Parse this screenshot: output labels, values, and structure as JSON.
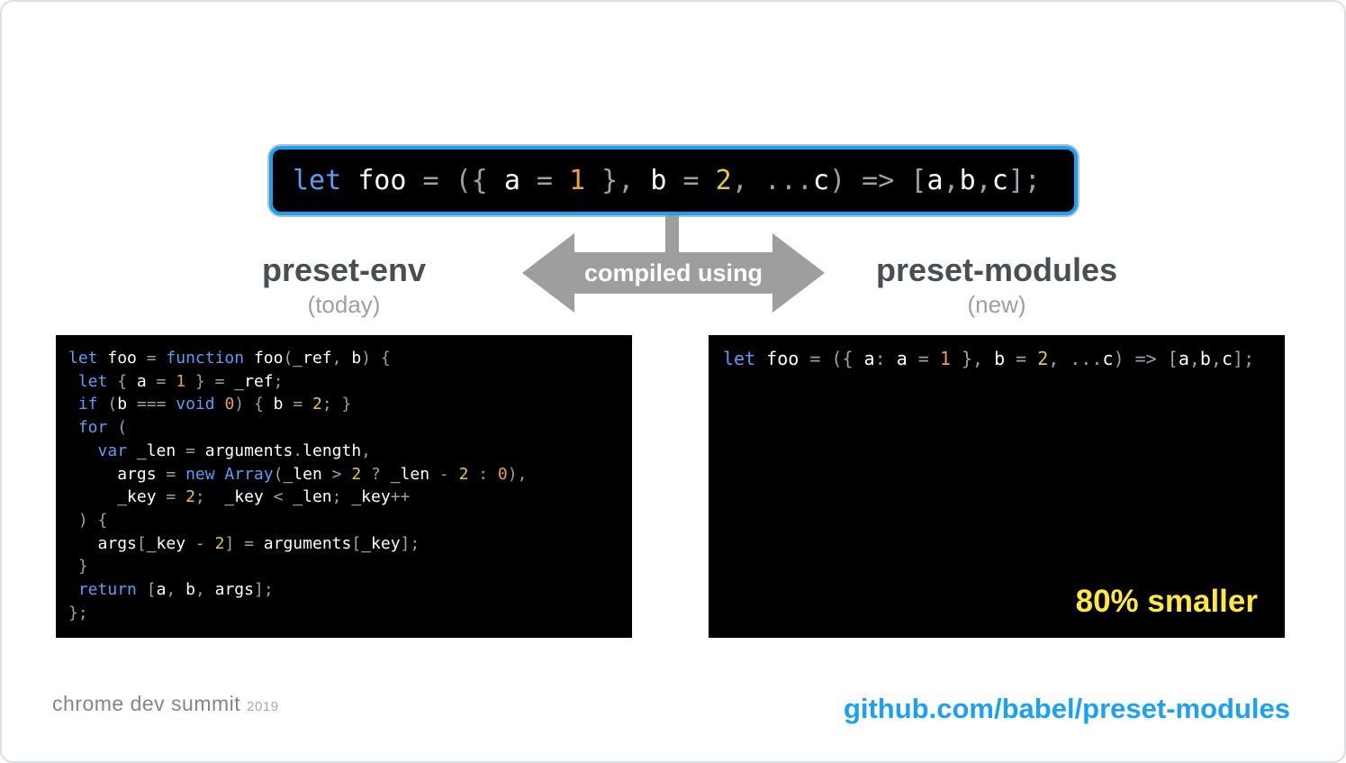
{
  "source": {
    "code": [
      [
        [
          "let",
          "kw"
        ],
        [
          " ",
          "pun"
        ],
        [
          "foo",
          "id"
        ],
        [
          " = ",
          "pun"
        ],
        [
          "({ ",
          "pun"
        ],
        [
          "a",
          "id"
        ],
        [
          " = ",
          "pun"
        ],
        [
          "1",
          "num1"
        ],
        [
          " }, ",
          "pun"
        ],
        [
          "b",
          "id"
        ],
        [
          " = ",
          "pun"
        ],
        [
          "2",
          "num2"
        ],
        [
          ", ",
          "pun"
        ],
        [
          "...",
          "pun"
        ],
        [
          "c",
          "id"
        ],
        [
          ") => [",
          "pun"
        ],
        [
          "a",
          "id"
        ],
        [
          ",",
          "pun"
        ],
        [
          "b",
          "id"
        ],
        [
          ",",
          "pun"
        ],
        [
          "c",
          "id"
        ],
        [
          "];",
          "pun"
        ]
      ]
    ]
  },
  "arrow": {
    "label": "compiled using"
  },
  "left": {
    "title": "preset-env",
    "subtitle": "(today)",
    "code": [
      [
        [
          "let",
          "kw"
        ],
        [
          " ",
          "pun"
        ],
        [
          "foo",
          "id"
        ],
        [
          " = ",
          "pun"
        ],
        [
          "function",
          "kw"
        ],
        [
          " ",
          "pun"
        ],
        [
          "foo",
          "id"
        ],
        [
          "(",
          "pun"
        ],
        [
          "_ref",
          "id"
        ],
        [
          ", ",
          "pun"
        ],
        [
          "b",
          "id"
        ],
        [
          ") {",
          "pun"
        ]
      ],
      [
        [
          " ",
          "pun"
        ],
        [
          "let",
          "kw"
        ],
        [
          " { ",
          "pun"
        ],
        [
          "a",
          "id"
        ],
        [
          " = ",
          "pun"
        ],
        [
          "1",
          "num1"
        ],
        [
          " } = ",
          "pun"
        ],
        [
          "_ref",
          "id"
        ],
        [
          ";",
          "pun"
        ]
      ],
      [
        [
          " ",
          "pun"
        ],
        [
          "if",
          "kw"
        ],
        [
          " (",
          "pun"
        ],
        [
          "b",
          "id"
        ],
        [
          " === ",
          "pun"
        ],
        [
          "void",
          "kw"
        ],
        [
          " ",
          "pun"
        ],
        [
          "0",
          "num1"
        ],
        [
          ") { ",
          "pun"
        ],
        [
          "b",
          "id"
        ],
        [
          " = ",
          "pun"
        ],
        [
          "2",
          "num2"
        ],
        [
          "; }",
          "pun"
        ]
      ],
      [
        [
          " ",
          "pun"
        ],
        [
          "for",
          "kw"
        ],
        [
          " (",
          "pun"
        ]
      ],
      [
        [
          "   ",
          "pun"
        ],
        [
          "var",
          "kw"
        ],
        [
          " ",
          "pun"
        ],
        [
          "_len",
          "id"
        ],
        [
          " = ",
          "pun"
        ],
        [
          "arguments",
          "id"
        ],
        [
          ".",
          "pun"
        ],
        [
          "length",
          "id"
        ],
        [
          ",",
          "pun"
        ]
      ],
      [
        [
          "     ",
          "pun"
        ],
        [
          "args",
          "id"
        ],
        [
          " = ",
          "pun"
        ],
        [
          "new",
          "kw"
        ],
        [
          " ",
          "pun"
        ],
        [
          "Array",
          "cls"
        ],
        [
          "(",
          "pun"
        ],
        [
          "_len",
          "id"
        ],
        [
          " > ",
          "pun"
        ],
        [
          "2",
          "num2"
        ],
        [
          " ? ",
          "pun"
        ],
        [
          "_len",
          "id"
        ],
        [
          " - ",
          "pun"
        ],
        [
          "2",
          "num2"
        ],
        [
          " : ",
          "pun"
        ],
        [
          "0",
          "num1"
        ],
        [
          "),",
          "pun"
        ]
      ],
      [
        [
          "     ",
          "pun"
        ],
        [
          "_key",
          "id"
        ],
        [
          " = ",
          "pun"
        ],
        [
          "2",
          "num2"
        ],
        [
          ";  ",
          "pun"
        ],
        [
          "_key",
          "id"
        ],
        [
          " < ",
          "pun"
        ],
        [
          "_len",
          "id"
        ],
        [
          "; ",
          "pun"
        ],
        [
          "_key",
          "id"
        ],
        [
          "++",
          "pun"
        ]
      ],
      [
        [
          " ) {",
          "pun"
        ]
      ],
      [
        [
          "   ",
          "pun"
        ],
        [
          "args",
          "id"
        ],
        [
          "[",
          "pun"
        ],
        [
          "_key",
          "id"
        ],
        [
          " - ",
          "pun"
        ],
        [
          "2",
          "num2"
        ],
        [
          "] = ",
          "pun"
        ],
        [
          "arguments",
          "id"
        ],
        [
          "[",
          "pun"
        ],
        [
          "_key",
          "id"
        ],
        [
          "];",
          "pun"
        ]
      ],
      [
        [
          " }",
          "pun"
        ]
      ],
      [
        [
          " ",
          "pun"
        ],
        [
          "return",
          "kw"
        ],
        [
          " [",
          "pun"
        ],
        [
          "a",
          "id"
        ],
        [
          ", ",
          "pun"
        ],
        [
          "b",
          "id"
        ],
        [
          ", ",
          "pun"
        ],
        [
          "args",
          "id"
        ],
        [
          "];",
          "pun"
        ]
      ],
      [
        [
          "};",
          "pun"
        ]
      ]
    ]
  },
  "right": {
    "title": "preset-modules",
    "subtitle": "(new)",
    "badge": "80% smaller",
    "code": [
      [
        [
          "let",
          "kw"
        ],
        [
          " ",
          "pun"
        ],
        [
          "foo",
          "id"
        ],
        [
          " = ",
          "pun"
        ],
        [
          "({ ",
          "pun"
        ],
        [
          "a",
          "id"
        ],
        [
          ": ",
          "pun"
        ],
        [
          "a",
          "id"
        ],
        [
          " = ",
          "pun"
        ],
        [
          "1",
          "num1"
        ],
        [
          " }, ",
          "pun"
        ],
        [
          "b",
          "id"
        ],
        [
          " = ",
          "pun"
        ],
        [
          "2",
          "num2"
        ],
        [
          ", ",
          "pun"
        ],
        [
          "...",
          "pun"
        ],
        [
          "c",
          "id"
        ],
        [
          ") => [",
          "pun"
        ],
        [
          "a",
          "id"
        ],
        [
          ",",
          "pun"
        ],
        [
          "b",
          "id"
        ],
        [
          ",",
          "pun"
        ],
        [
          "c",
          "id"
        ],
        [
          "];",
          "pun"
        ]
      ]
    ]
  },
  "footer": {
    "brand": "chrome dev summit",
    "year": "2019",
    "link": "github.com/babel/preset-modules"
  },
  "colors": {
    "accent_blue": "#1ba1f4",
    "arrow_gray": "#9e9e9e",
    "badge_yellow": "#ffe93b",
    "code_bg": "#000000",
    "kw_blue": "#5f9cf6",
    "num_orange": "#e8a04c",
    "num_yellow": "#e7c64a",
    "punct_gray": "#9aa1a8",
    "title_gray": "#474f54",
    "subtle_gray": "#9aa0a6"
  }
}
